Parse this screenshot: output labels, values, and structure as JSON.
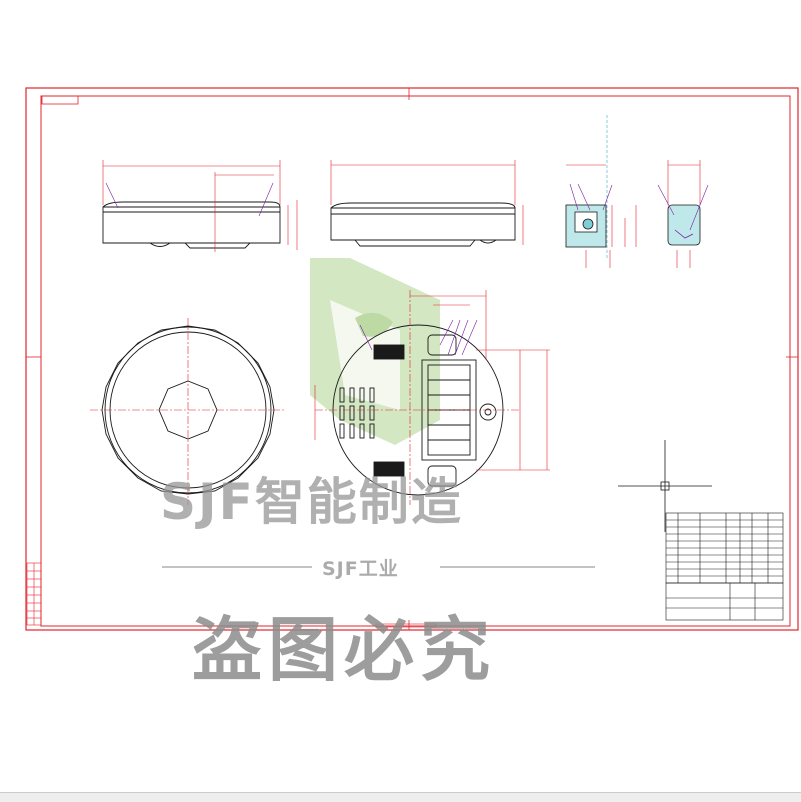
{
  "colors": {
    "frame": "#e0242c",
    "outline": "#1a1a1a",
    "dimension": "#e0242c",
    "leader": "#7a1fa2",
    "section_fill": "#bfe8ea",
    "watermark_logo": "#6fae3a",
    "watermark_text": "#a9a9a9"
  },
  "watermark": {
    "brand": "SJF智能制造",
    "sub": "SJF工业",
    "warning": "盗图必究"
  },
  "icons": [
    "watermark-logo-icon",
    "crosshair-icon"
  ]
}
